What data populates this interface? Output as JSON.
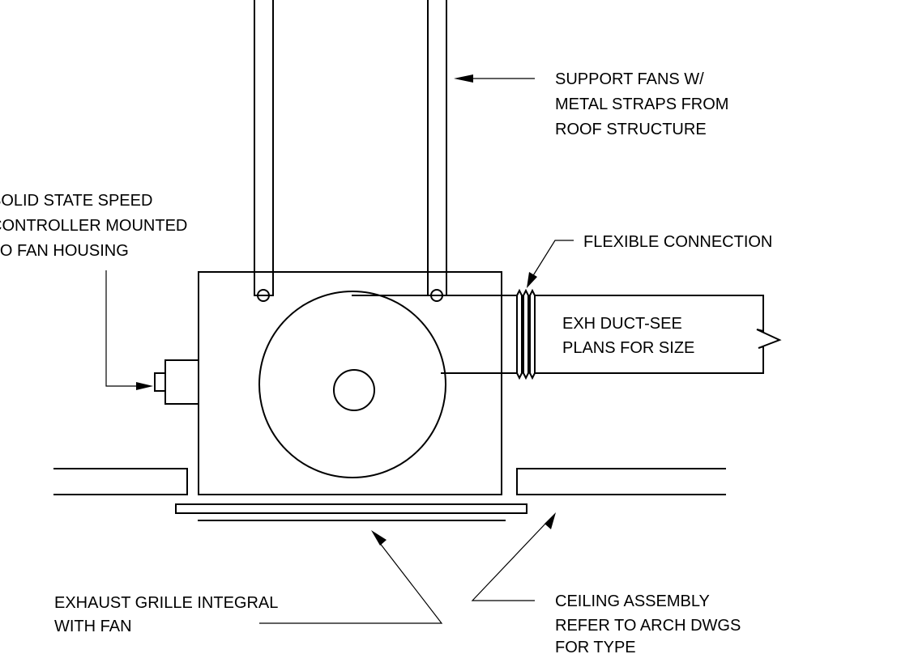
{
  "colors": {
    "background": "#ffffff",
    "ink": "#000000"
  },
  "labels": {
    "support": {
      "lines": [
        "SUPPORT FANS W/",
        "METAL STRAPS FROM",
        "ROOF STRUCTURE"
      ]
    },
    "controller": {
      "lines": [
        "SOLID STATE SPEED",
        "CONTROLLER MOUNTED",
        "TO FAN HOUSING"
      ]
    },
    "flexible": {
      "lines": [
        "FLEXIBLE CONNECTION"
      ]
    },
    "duct": {
      "lines": [
        "EXH DUCT-SEE",
        "PLANS FOR SIZE"
      ]
    },
    "grille": {
      "lines": [
        "EXHAUST GRILLE INTEGRAL",
        "WITH FAN"
      ]
    },
    "ceiling": {
      "lines": [
        "CEILING ASSEMBLY",
        "REFER TO ARCH DWGS",
        "FOR TYPE"
      ]
    }
  }
}
